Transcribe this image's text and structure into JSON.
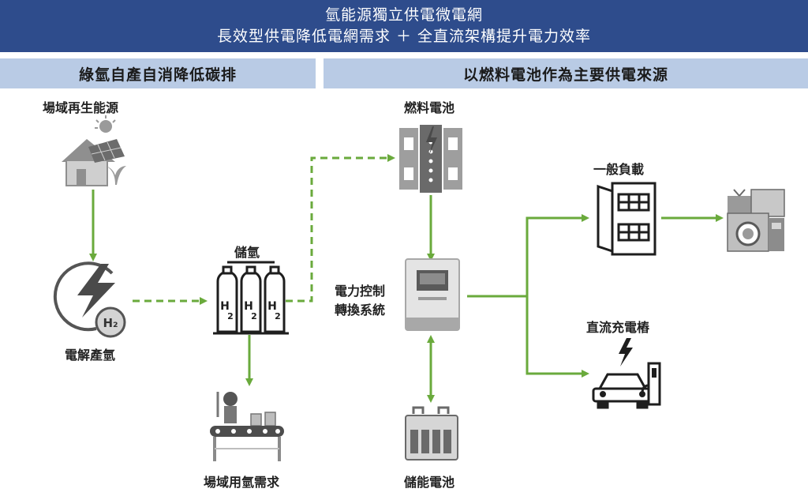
{
  "header": {
    "title_line1": "氫能源獨立供電微電網",
    "title_line2": "長效型供電降低電網需求 ＋ 全直流架構提升電力效率"
  },
  "sections": {
    "left": "綠氫自產自消降低碳排",
    "right": "以燃料電池作為主要供電來源"
  },
  "nodes": {
    "renewable": "場域再生能源",
    "electrolysis": "電解產氫",
    "storage": "儲氫",
    "site_demand": "場域用氫需求",
    "fuel_cell": "燃料電池",
    "control_line1": "電力控制",
    "control_line2": "轉換系統",
    "battery": "儲能電池",
    "general_load": "一般負載",
    "dc_charger": "直流充電樁"
  },
  "badges": {
    "h2": "H₂",
    "h2_tank": "H",
    "h2_sub": "2"
  },
  "colors": {
    "banner": "#2e4c8c",
    "section": "#b9cbe5",
    "arrow": "#6aaa3c"
  },
  "icons": {
    "renewable": "solar-house-icon",
    "electrolysis": "lightning-h2-icon",
    "storage": "gas-cylinders-icon",
    "site_demand": "conveyor-factory-icon",
    "fuel_cell": "fuel-cell-stack-icon",
    "control": "power-controller-icon",
    "battery": "battery-pack-icon",
    "general_load": "electrical-panel-icon",
    "appliances": "home-appliances-icon",
    "dc_charger": "ev-charger-icon"
  }
}
